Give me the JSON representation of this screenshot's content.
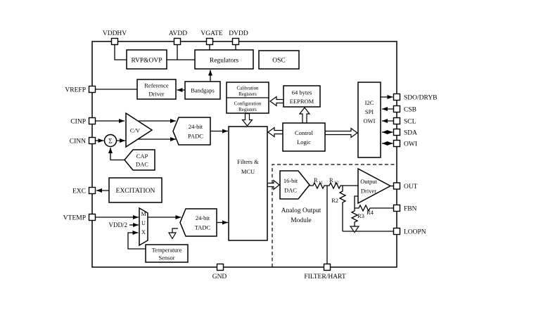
{
  "chip": {
    "pins": {
      "top": [
        "VDDHV",
        "AVDD",
        "VGATE",
        "DVDD"
      ],
      "left": [
        "VREFP",
        "CINP",
        "CINN",
        "EXC",
        "VTEMP"
      ],
      "right": [
        "SDO/DRYB",
        "CSB",
        "SCL",
        "SDA",
        "OWI",
        "OUT",
        "FBN",
        "LOOPN"
      ],
      "bottom": [
        "GND",
        "FILTER/HART"
      ]
    },
    "blocks": {
      "rvp_ovp": "RVP&OVP",
      "regulators": "Regulators",
      "osc": "OSC",
      "reference_driver": [
        "Reference",
        "Driver"
      ],
      "bandgaps": "Bandgaps",
      "calibration_registers": [
        "Calibration",
        "Registers"
      ],
      "configuration_registers": [
        "Configuration",
        "Registers"
      ],
      "eeprom": [
        "64 bytes",
        "EEPROM"
      ],
      "control_logic": [
        "Control",
        "Logic"
      ],
      "serial_interface": [
        "I2C",
        "SPI",
        "OWI"
      ],
      "cv_amp": "C/V",
      "sigma": "Σ",
      "cap_dac": [
        "CAP",
        "DAC"
      ],
      "padc": [
        "24-bit",
        "PADC"
      ],
      "filters_mcu": [
        "Filters &",
        "MCU"
      ],
      "excitation": "EXCITATION",
      "mux": [
        "M",
        "U",
        "X"
      ],
      "vdd_half": "VDD/2",
      "tadc": [
        "24-bit",
        "TADC"
      ],
      "temperature_sensor": [
        "Temperature",
        "Sensor"
      ],
      "dac_16bit": [
        "16-bit",
        "DAC"
      ],
      "output_driver": [
        "Output",
        "Driver"
      ],
      "analog_output_module": [
        "Analog Output",
        "Module"
      ]
    },
    "resistors": {
      "r11_base": "R",
      "r11_sub": "11",
      "r12_base": "R",
      "r12_sub": "12",
      "r2": "R2",
      "r3": "R3",
      "r4": "R4"
    },
    "colors": {
      "ink": "#000000",
      "background": "#ffffff"
    }
  }
}
